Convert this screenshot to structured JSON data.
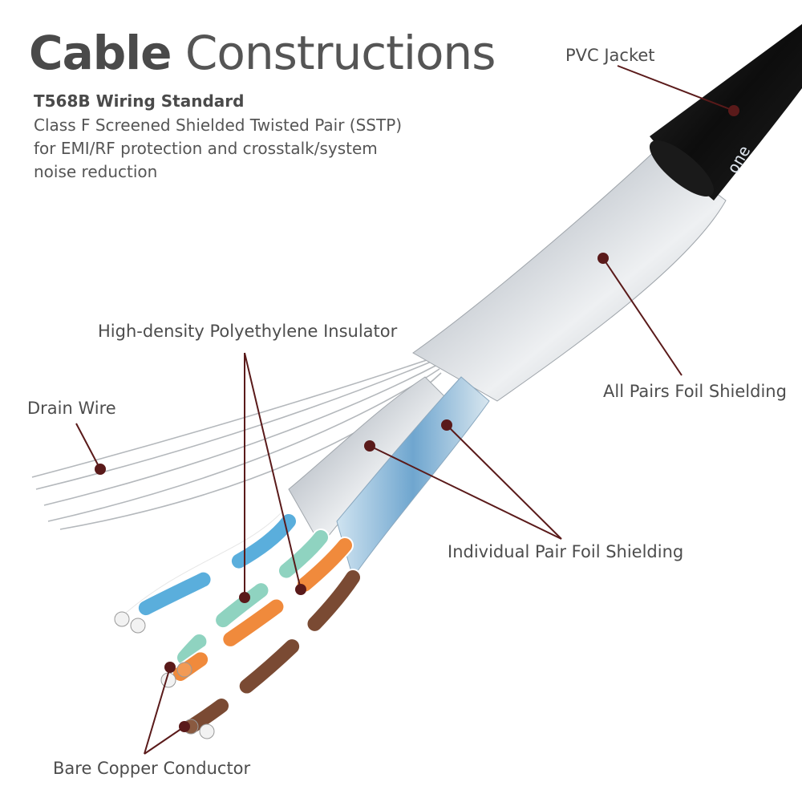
{
  "header": {
    "title_bold": "Cable",
    "title_light": "Constructions",
    "subheading": "T568B Wiring Standard",
    "description_lines": [
      "Class F Screened Shielded Twisted Pair (SSTP)",
      "for EMI/RF protection and crosstalk/system",
      "noise reduction"
    ]
  },
  "labels": {
    "pvc_jacket": "PVC Jacket",
    "all_pairs_foil": "All Pairs Foil Shielding",
    "insulator": "High-density Polyethylene Insulator",
    "drain_wire": "Drain Wire",
    "individual_foil": "Individual Pair Foil Shielding",
    "copper": "Bare Copper Conductor"
  },
  "jacket_print": "one",
  "colors": {
    "leader_line": "#5a1a1a",
    "jacket": "#111111",
    "foil": "#d9dde2",
    "wire_blue": "#5aaedc",
    "wire_green": "#8fd3c0",
    "wire_orange": "#f08a3c",
    "wire_brown": "#7a4a33"
  }
}
